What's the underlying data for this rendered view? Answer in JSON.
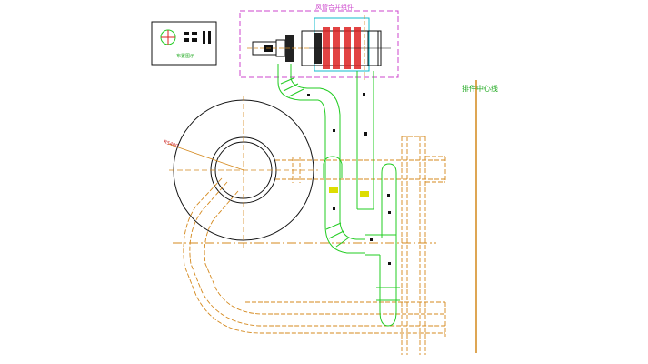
{
  "drawing": {
    "title_box_label": "风管合并组件",
    "centerline_label": "排件中心线",
    "legend_label": "布置图示",
    "dim_labels": {
      "radius": "R5400"
    }
  },
  "colors": {
    "background": "#ffffff",
    "duct": "#22cc22",
    "centerline": "#d4881c",
    "structure_black": "#111111",
    "purple_frame": "#cc44cc",
    "cyan": "#11bbcc",
    "red_part": "#dd2222",
    "yellow_mark": "#dddd00",
    "dim_text": "#cc2222"
  }
}
